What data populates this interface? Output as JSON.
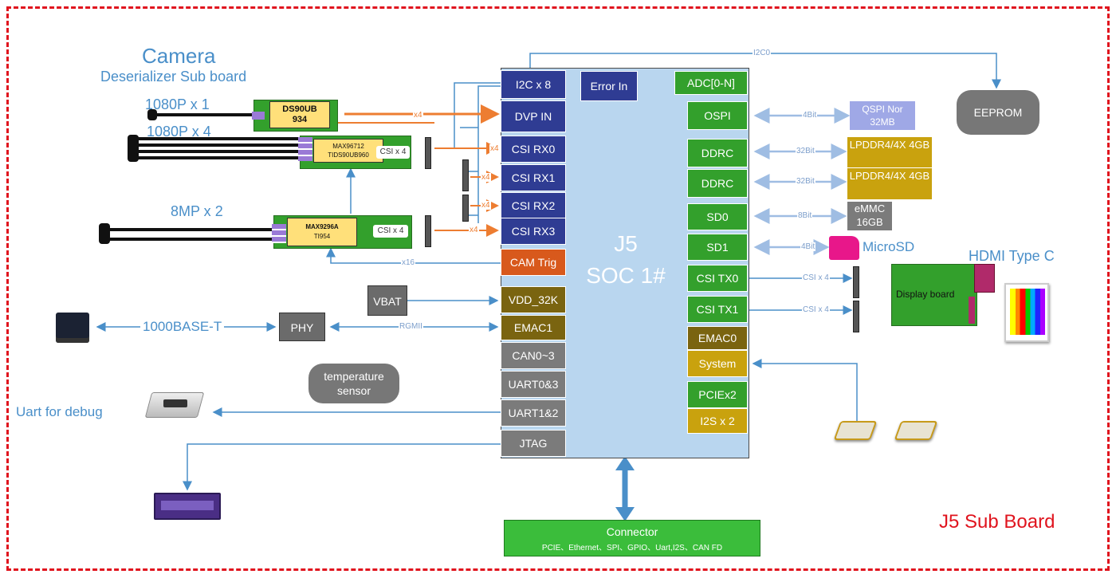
{
  "soc": {
    "name": "J5",
    "subtitle": "SOC 1#"
  },
  "left_pins": [
    "I2C x 8",
    "DVP IN",
    "CSI RX0",
    "CSI RX1",
    "CSI RX2",
    "CSI RX3",
    "CAM Trig",
    "VDD_32K",
    "EMAC1",
    "CAN0~3",
    "UART0&3",
    "UART1&2",
    "JTAG"
  ],
  "error_in": "Error In",
  "right_pins": [
    "ADC[0-N]",
    "OSPI",
    "DDRC",
    "DDRC",
    "SD0",
    "SD1",
    "CSI TX0",
    "CSI TX1",
    "EMAC0",
    "System",
    "PCIEx2",
    "I2S x 2"
  ],
  "camera": {
    "title": "Camera",
    "subtitle": "Deserializer Sub board",
    "cam1": "1080P x 1",
    "cam4": "1080P x 4",
    "cam8mp": "8MP x 2"
  },
  "chips": {
    "ds90": [
      "DS90UB",
      "934"
    ],
    "max96712": [
      "MAX96712",
      "TIDS90UB960"
    ],
    "max9296": [
      "MAX9296A",
      "TI954"
    ],
    "csi_x4": "CSI x 4"
  },
  "link_labels": {
    "x4": "x4",
    "x16": "x16",
    "i2c0": "I2C0",
    "rgmii": "RGMII",
    "bit4": "4Bit",
    "bit32": "32Bit",
    "bit8": "8Bit",
    "csi_x4": "CSI x 4"
  },
  "blocks": {
    "vbat": "VBAT",
    "phy": "PHY",
    "eth": "1000BASE-T",
    "temp": "temperature sensor",
    "uart_debug": "Uart for debug",
    "eeprom": "EEPROM",
    "qspi": "QSPI Nor 32MB",
    "lpddr": "LPDDR4/4X 4GB",
    "emmc": "eMMC 16GB",
    "microsd": "MicroSD",
    "hdmi": "HDMI Type C",
    "display": "Display board",
    "connector_title": "Connector",
    "connector_sub": "PCIE、Ethernet、SPI、GPIO、Uart,I2S、CAN FD",
    "board": "J5 Sub Board"
  },
  "colors": {
    "border": "#e0141e",
    "accent": "#4a8fc9",
    "soc": "#b9d6ef",
    "navy": "#2f3c93",
    "green": "#33a02c",
    "gold": "#c9a20e",
    "orange": "#ed7d31"
  }
}
